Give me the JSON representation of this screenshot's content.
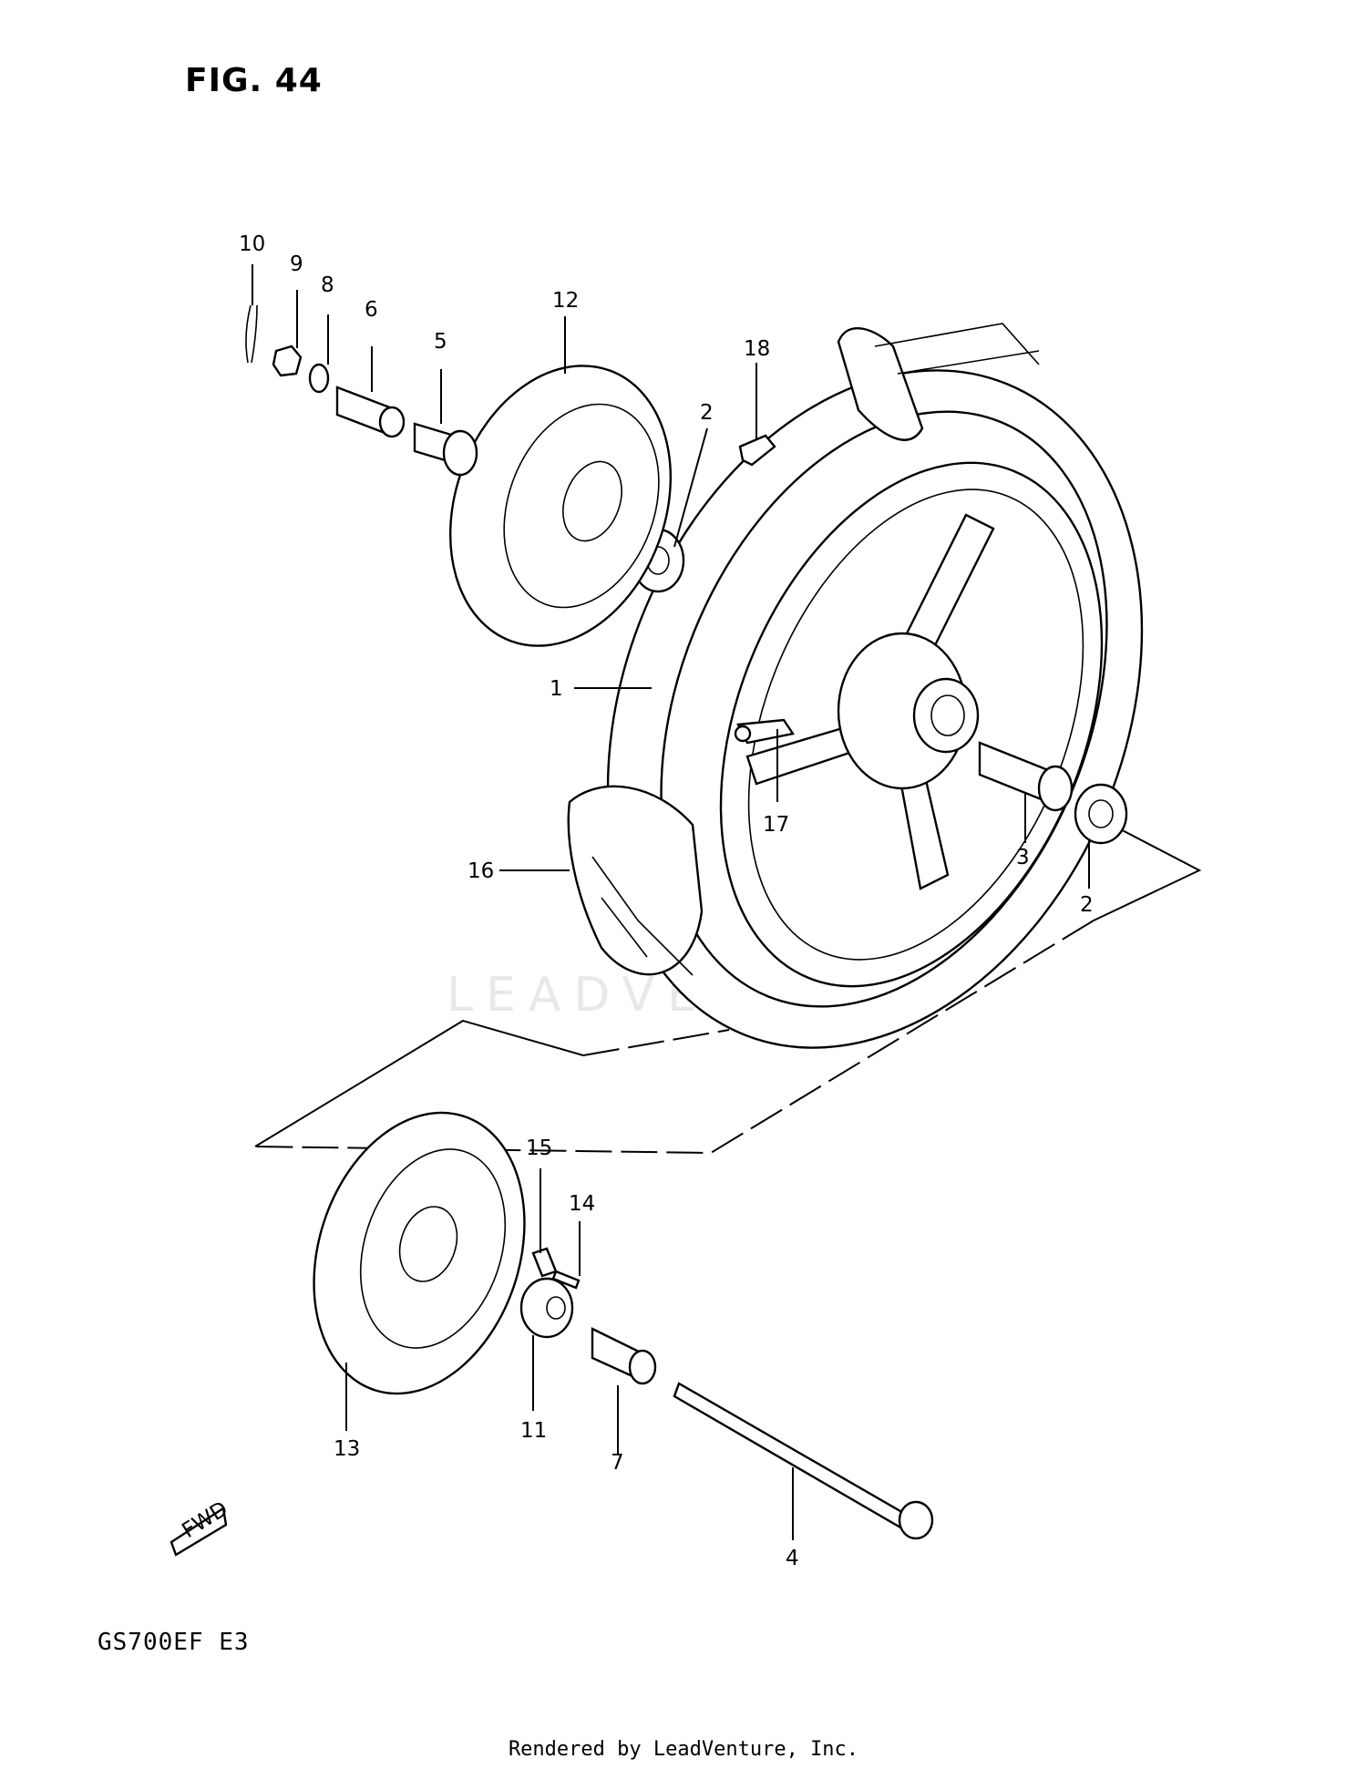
{
  "figure_title": "FIG. 44",
  "model_code": "GS700EF  E3",
  "footer": "Rendered by LeadVenture, Inc.",
  "watermark": "LEADVENTURE",
  "callouts": {
    "p1": "1",
    "p2a": "2",
    "p2b": "2",
    "p3": "3",
    "p4": "4",
    "p5": "5",
    "p6": "6",
    "p7": "7",
    "p8": "8",
    "p9": "9",
    "p10": "10",
    "p11": "11",
    "p12": "12",
    "p13": "13",
    "p14": "14",
    "p15": "15",
    "p16": "16",
    "p17": "17",
    "p18": "18"
  },
  "fwd_label": "FWD"
}
